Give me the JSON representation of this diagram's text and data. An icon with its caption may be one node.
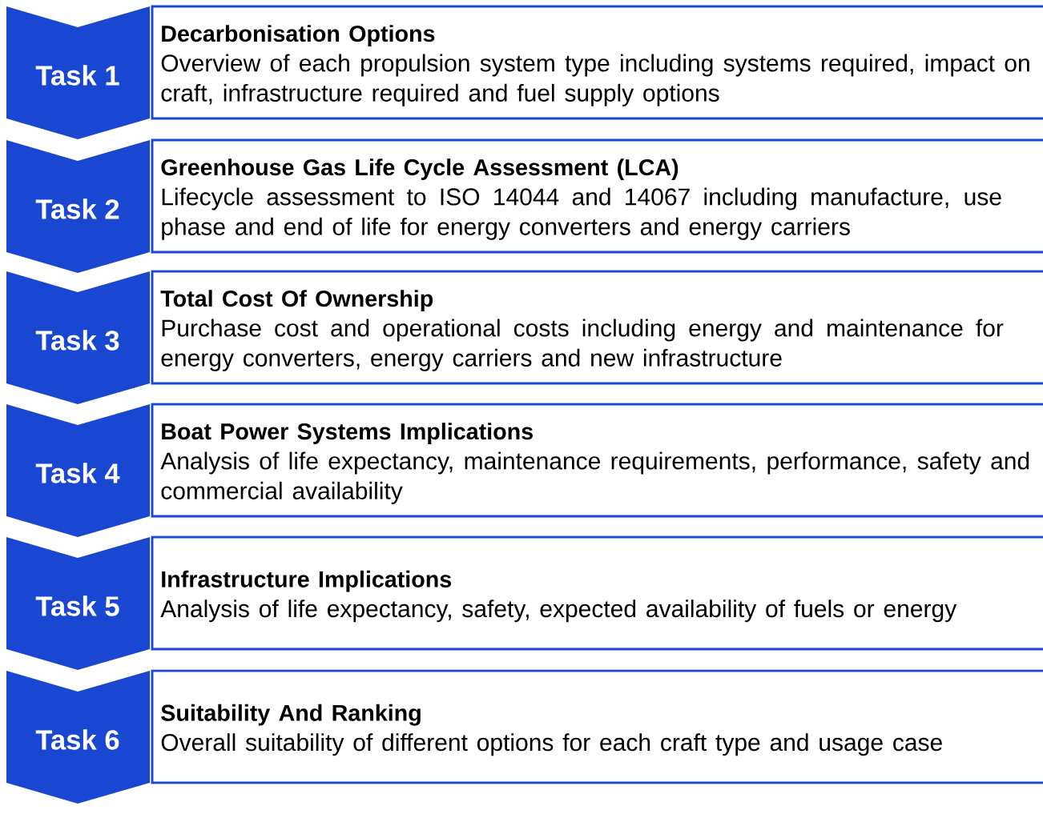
{
  "diagram": {
    "nodes": [
      {
        "text": [
          "Task 1"
        ]
      },
      {
        "text": [
          "Decarbonisation Options",
          "Overview of each propulsion system type including systems required, impact on craft, infrastructure required and fuel supply options"
        ]
      },
      {
        "text": [
          "Task 2"
        ]
      },
      {
        "text": [
          "Greenhouse Gas Life Cycle Assessment (LCA)",
          "Lifecycle assessment to ISO 14044 and 14067 including manufacture, use phase and end of life for energy converters and energy carriers"
        ]
      },
      {
        "text": [
          "Task 3"
        ]
      },
      {
        "text": [
          "Total Cost Of Ownership",
          "Purchase cost and operational costs including energy and maintenance for energy converters, energy carriers and new infrastructure"
        ]
      },
      {
        "text": [
          "Task 4"
        ]
      },
      {
        "text": [
          "Boat Power Systems Implications",
          "Analysis of life expectancy, maintenance requirements, performance, safety and commercial availability"
        ]
      },
      {
        "text": [
          "Task 5"
        ]
      },
      {
        "text": [
          "Infrastructure Implications",
          "Analysis of life expectancy, safety, expected availability of fuels or energy"
        ]
      },
      {
        "text": [
          "Task 6"
        ]
      },
      {
        "text": [
          "Suitability And Ranking",
          "Overall suitability of different options for each craft type and usage case"
        ]
      }
    ]
  }
}
